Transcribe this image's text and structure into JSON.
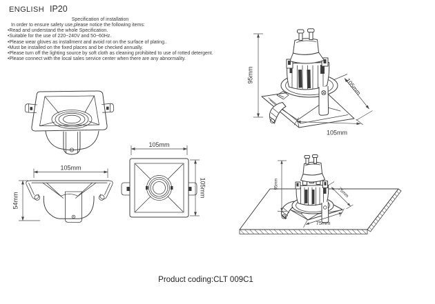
{
  "header": {
    "language": "ENGLISH",
    "ip_rating": "IP20"
  },
  "spec": {
    "title": "Specification of installation",
    "intro": "In order to ensure safety use,please notice the following items:",
    "items": [
      "•Read and understand the whole Specification.",
      "•Suitable for the use of 220~240V and 50~60Hz.",
      "•Please wear gloves as installment and avoid rot on the surface of plating..",
      "•Must be installed on the fixed places and be checked annually.",
      "•Please turn off the lighting source by soft cloth as cleaning prohibited to use of rotted detergent.",
      "•Please connect with the local sales service center when there are any abnormality."
    ]
  },
  "views": {
    "side": {
      "width_label": "105mm",
      "height_label": "54mm"
    },
    "front": {
      "width_label": "105mm",
      "height_label": "105mm"
    },
    "rear_perspective": {
      "height_label": "95mm",
      "edge_label": "105mm",
      "width_label": "105mm"
    },
    "installation": {
      "height_label": "95mm",
      "edge_label": "75mm",
      "width_label": "75mm"
    }
  },
  "footer": {
    "product_coding": "Product coding:CLT 009C1"
  },
  "colors": {
    "line": "#3f3f3f",
    "text": "#333333",
    "background": "#ffffff"
  }
}
